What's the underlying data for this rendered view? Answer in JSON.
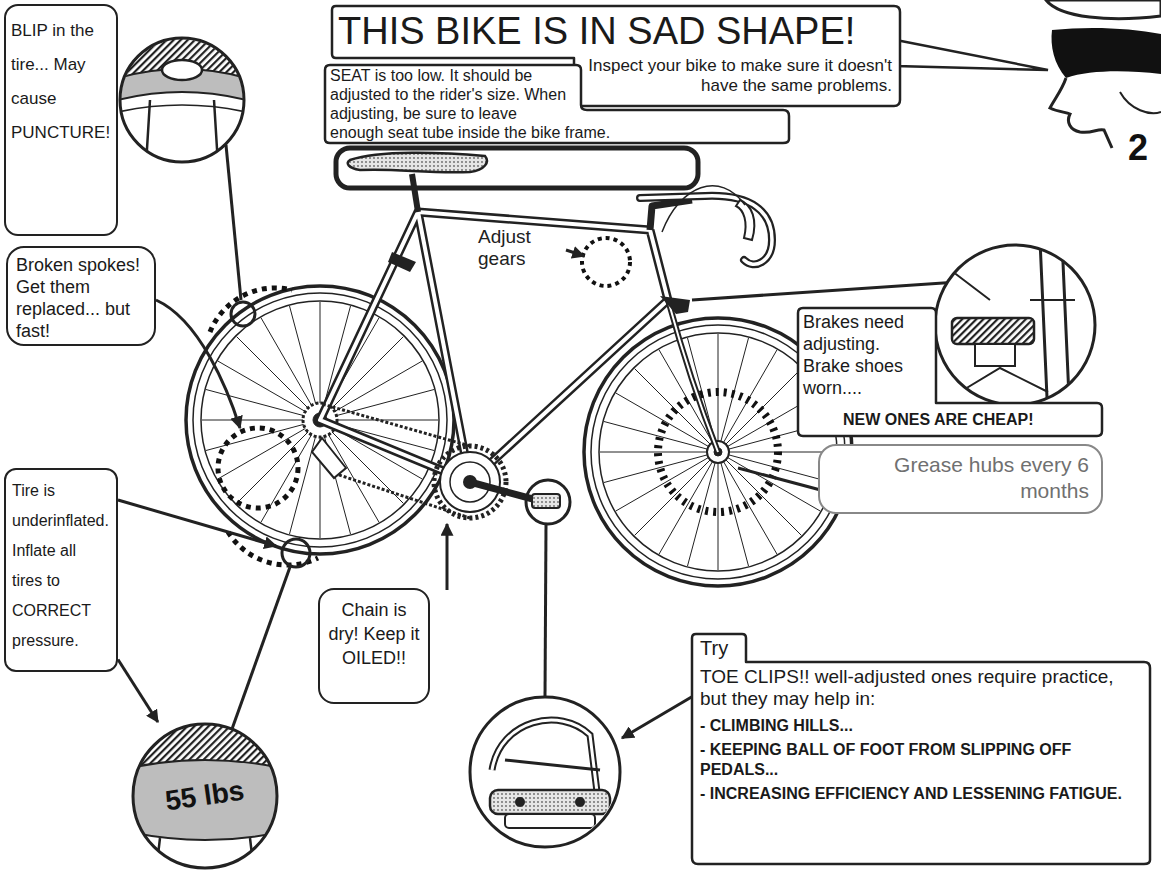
{
  "diagram": {
    "nodes": [
      {
        "text": [
          "THIS BIKE IS IN SAD SHAPE!",
          "Inspect your bike to make sure it doesn't have the same problems."
        ]
      },
      {
        "text": [
          "BLIP in the tire... May cause PUNCTURE!"
        ]
      },
      {
        "text": [
          "SEAT is too low. It should be adjusted to the rider's size. When adjusting, be sure to leave enough seat tube inside the bike frame."
        ]
      },
      {
        "text": [
          "Broken spokes! Get them replaced... but fast!"
        ]
      },
      {
        "text": [
          "Brakes need adjusting. Brake shoes worn....",
          "NEW ONES ARE CHEAP!"
        ]
      },
      {
        "text": [
          "Grease hubs every 6 months"
        ]
      },
      {
        "text": [
          "Tire is underinflated. Inflate all tires to CORRECT pressure."
        ]
      },
      {
        "text": [
          "55 lbs"
        ]
      },
      {
        "text": [
          "Chain is dry! Keep it OILED!!"
        ]
      },
      {
        "text": [
          "Try",
          "TOE CLIPS!! well-adjusted ones require practice, but they may help in:",
          "- CLIMBING HILLS...",
          "- KEEPING BALL OF FOOT FROM SLIPPING OFF PEDALS...",
          "- INCREASING EFFICIENCY AND LESSENING FATIGUE."
        ]
      }
    ],
    "edges": [
      {
        "from": 6,
        "to": 7,
        "arrow": "to"
      }
    ],
    "labels": [
      "Adjust gears",
      "2"
    ]
  }
}
